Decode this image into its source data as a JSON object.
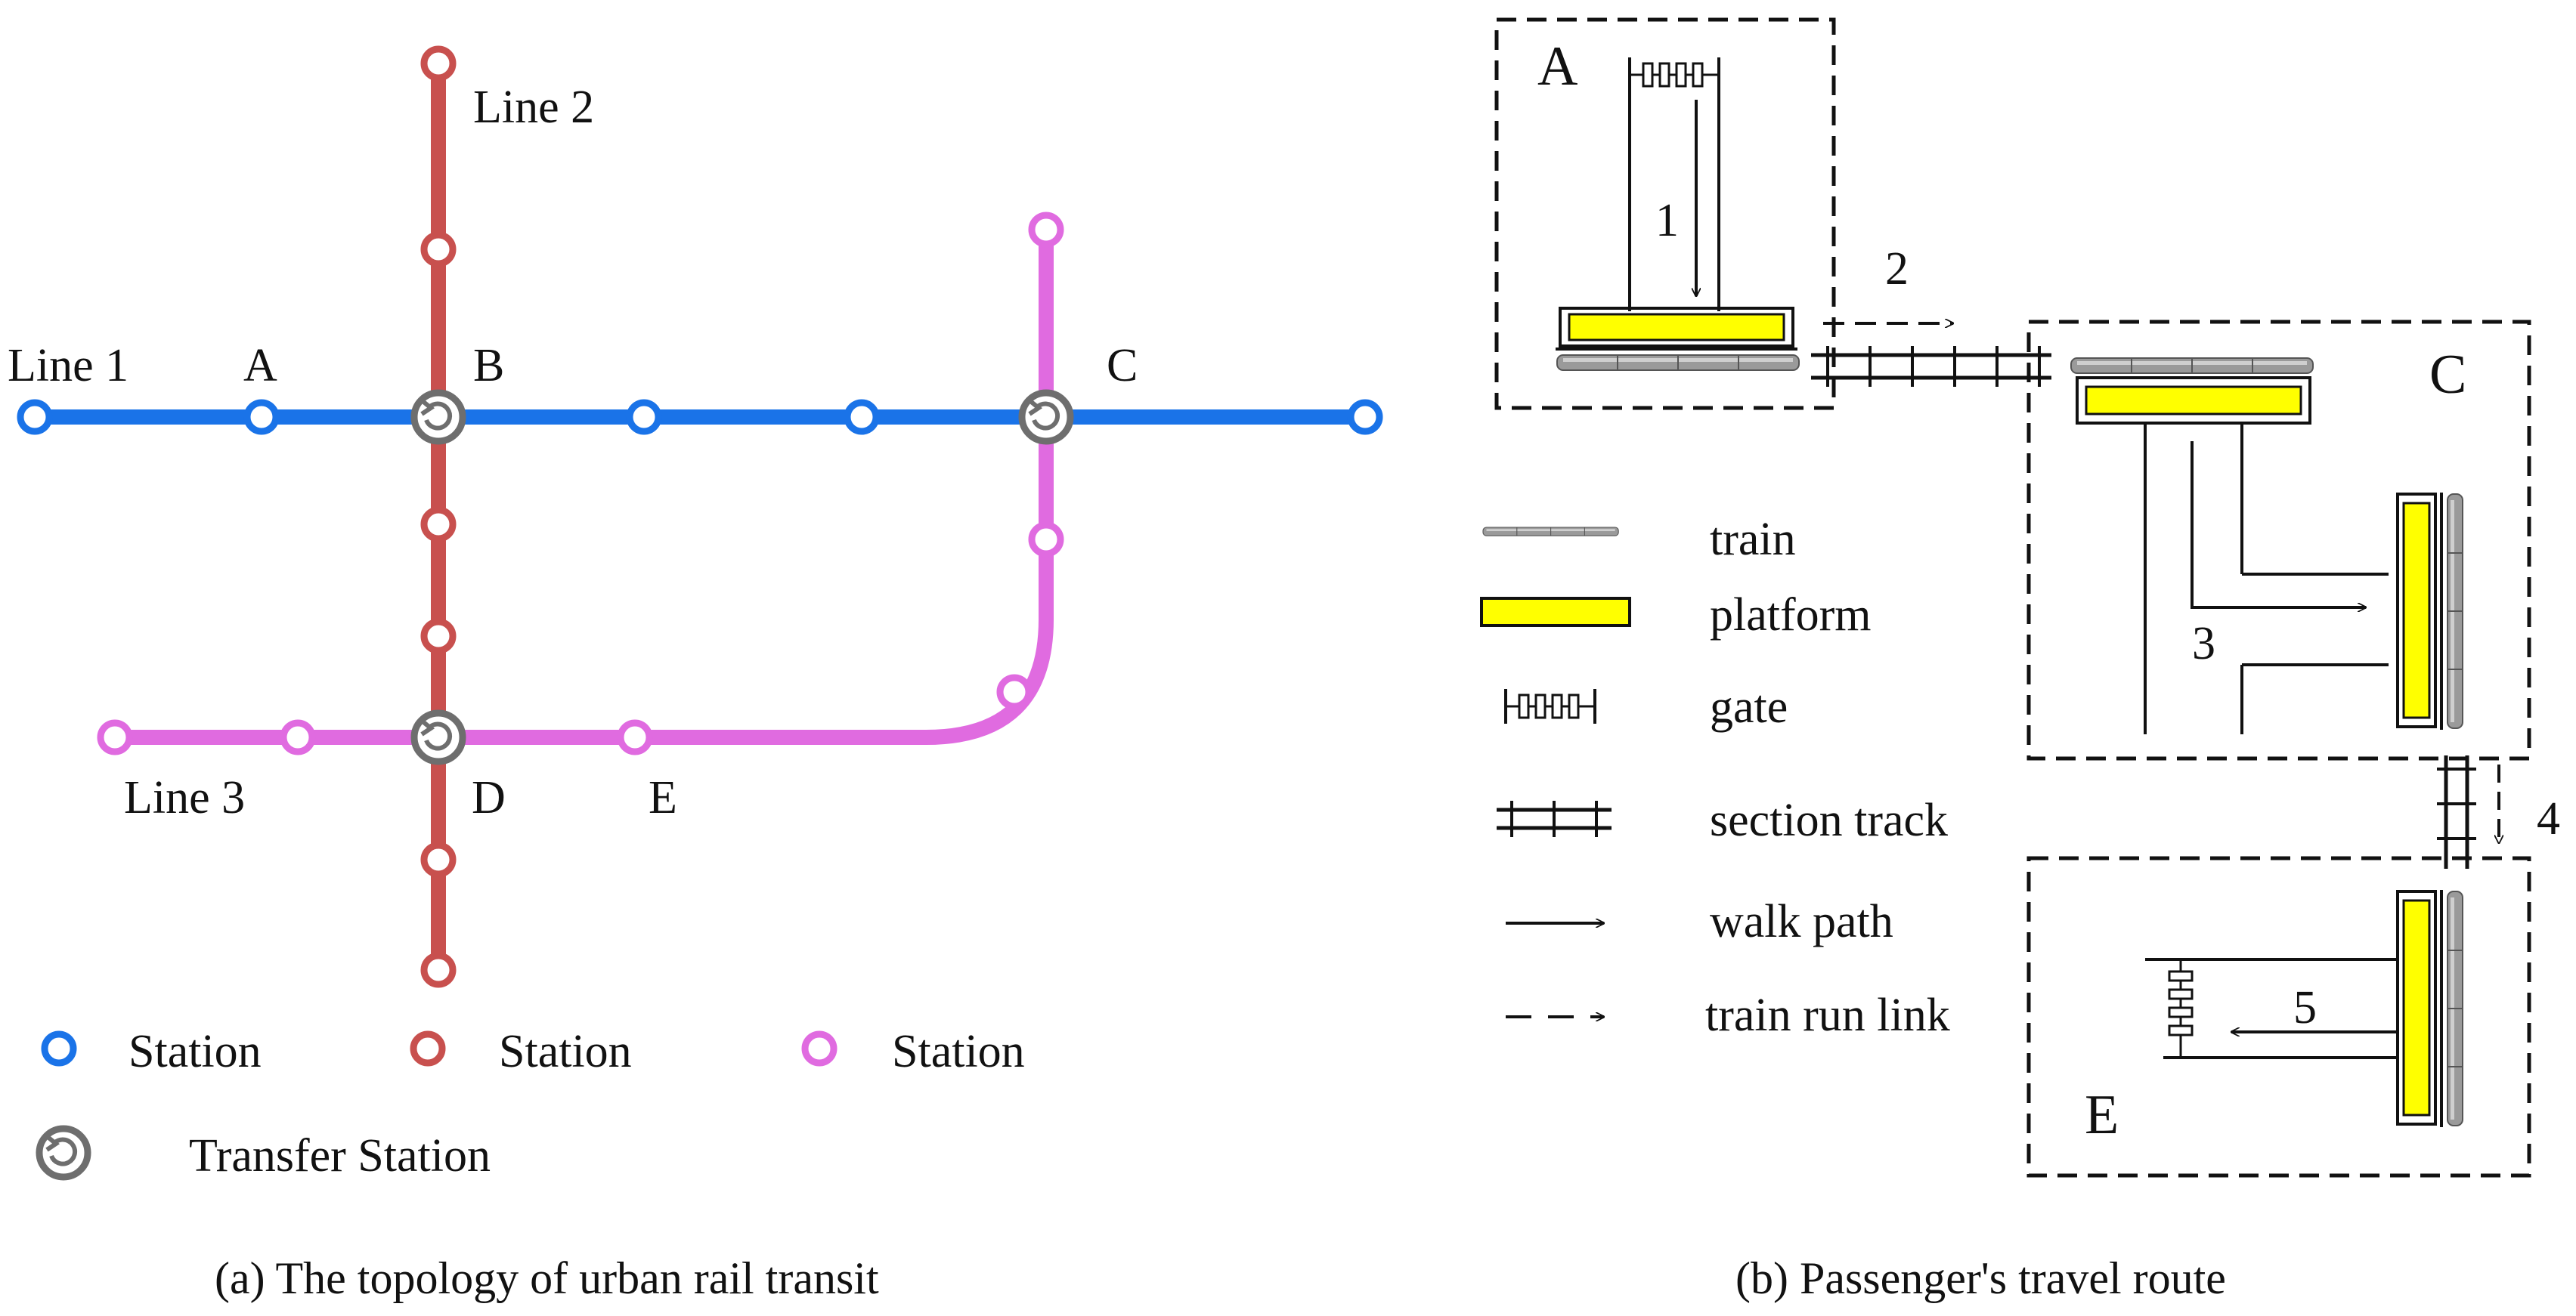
{
  "colors": {
    "line1": "#1a73e8",
    "line2": "#c8504e",
    "line3": "#e06be0",
    "transfer": "#6e6e6e",
    "platform": "#ffff00",
    "train": "#8a8a8a",
    "ink": "#111111"
  },
  "topology": {
    "line_labels": {
      "line1": "Line 1",
      "line2": "Line 2",
      "line3": "Line 3"
    },
    "station_labels": {
      "a": "A",
      "b": "B",
      "c": "C",
      "d": "D",
      "e": "E"
    },
    "legend": {
      "line1_station": "Station",
      "line2_station": "Station",
      "line3_station": "Station",
      "transfer": "Transfer Station"
    },
    "caption": "(a) The topology of urban rail transit"
  },
  "route": {
    "box_labels": {
      "a": "A",
      "c": "C",
      "e": "E"
    },
    "step_labels": {
      "s1": "1",
      "s2": "2",
      "s3": "3",
      "s4": "4",
      "s5": "5"
    },
    "legend": {
      "train": "train",
      "platform": "platform",
      "gate": "gate",
      "section_track": "section track",
      "walk_path": "walk path",
      "train_run_link": "train run link"
    },
    "caption": "(b) Passenger's travel route"
  },
  "icons": [
    "station-circle-icon",
    "transfer-station-icon",
    "train-icon",
    "platform-icon",
    "gate-icon",
    "section-track-icon",
    "walk-arrow-icon",
    "dashed-arrow-icon"
  ]
}
